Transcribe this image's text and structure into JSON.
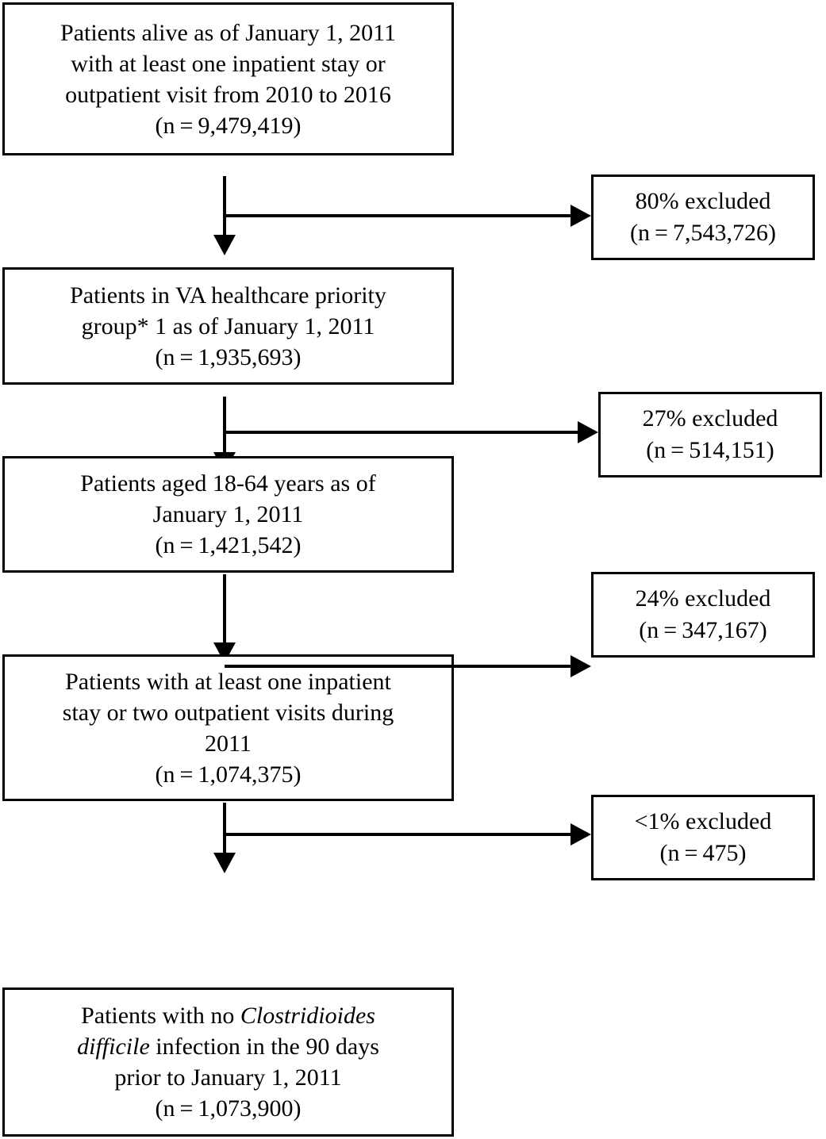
{
  "diagram": {
    "type": "patient-cohort-flowchart",
    "title": "",
    "flow_boxes": [
      {
        "id": "box-cohort-1",
        "text": "Patients alive as of January 1, 2011\nwith at least one inpatient stay or\noutpatient visit from 2010 to 2016\n(n = 9,479,419)",
        "n": "9,479,419"
      },
      {
        "id": "box-cohort-2",
        "text": "Patients in VA healthcare priority\ngroup* 1 as of January 1, 2011\n(n = 1,935,693)",
        "n": "1,935,693"
      },
      {
        "id": "box-cohort-3",
        "text": "Patients aged 18-64 years as of\nJanuary 1, 2011\n(n = 1,421,542)",
        "n": "1,421,542"
      },
      {
        "id": "box-cohort-4",
        "text": "Patients with at least one inpatient\nstay or two outpatient visits during\n2011\n(n = 1,074,375)",
        "n": "1,074,375"
      }
    ],
    "final_box": {
      "id": "box-cohort-5",
      "line1_prefix": "Patients with no ",
      "line1_italic": "Clostridioides",
      "line2_italic": "difficile",
      "line2_rest": " infection in the 90 days",
      "line3": "prior to January 1, 2011",
      "line4": "(n = 1,073,900)",
      "n": "1,073,900"
    },
    "exclusion_boxes": [
      {
        "id": "box-excluded-1",
        "text": "80% excluded\n(n = 7,543,726)",
        "percent": "80%",
        "n": "7,543,726"
      },
      {
        "id": "box-excluded-2",
        "text": "27% excluded\n(n = 514,151)",
        "percent": "27%",
        "n": "514,151"
      },
      {
        "id": "box-excluded-3",
        "text": "24% excluded\n(n = 347,167)",
        "percent": "24%",
        "n": "347,167"
      },
      {
        "id": "box-excluded-4",
        "text": "<1% excluded\n(n = 475)",
        "percent": "<1%",
        "n": "475"
      }
    ],
    "colors": {
      "stroke": "#000000",
      "fill": "#ffffff",
      "text": "#000000"
    }
  }
}
